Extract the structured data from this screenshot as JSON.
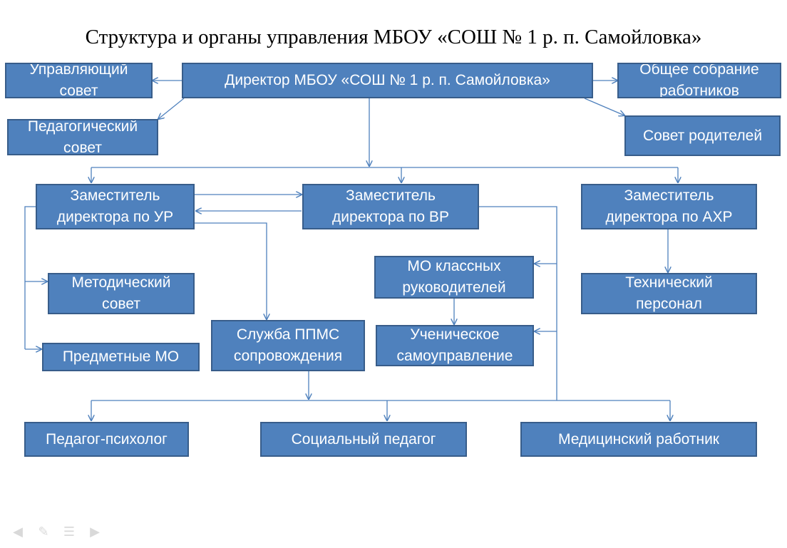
{
  "title": "Структура и органы управления МБОУ «СОШ № 1 р. п. Самойловка»",
  "colors": {
    "box_fill": "#4f81bd",
    "box_border": "#385d8a",
    "connector": "#4f81bd",
    "nav": "#d9d9d9"
  },
  "nodes": {
    "director": "Директор МБОУ «СОШ № 1 р. п. Самойловка»",
    "governing_council": "Управляющий\nсовет",
    "pedagogical_council": "Педагогический\nсовет",
    "general_meeting": "Общее собрание\nработников",
    "parents_council": "Совет родителей",
    "deputy_ur": "Заместитель\nдиректора по УР",
    "deputy_vr": "Заместитель\nдиректора по ВР",
    "deputy_ahr": "Заместитель\nдиректора по АХР",
    "methodical_council": "Методический\nсовет",
    "subject_mo": "Предметные МО",
    "ppms_service": "Служба ППМС\nсопровождения",
    "mo_class_teachers": "МО классных\nруководителей",
    "student_government": "Ученическое\nсамоуправление",
    "technical_staff": "Технический\nперсонал",
    "psychologist": "Педагог-психолог",
    "social_pedagogue": "Социальный педагог",
    "medical_worker": "Медицинский работник"
  },
  "nav_icons": [
    "arrow-left-icon",
    "pen-icon",
    "menu-icon",
    "arrow-right-icon"
  ]
}
